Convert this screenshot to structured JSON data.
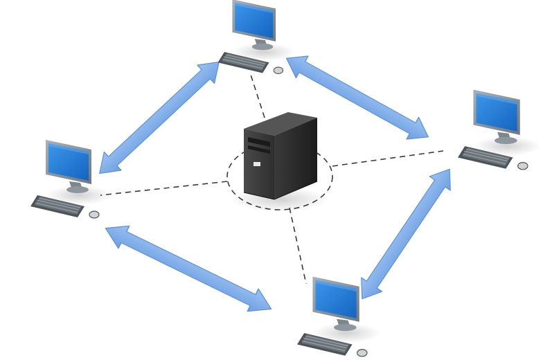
{
  "diagram": {
    "colors": {
      "background": "#ffffff",
      "arrow_fill": "#86b2ec",
      "arrow_stroke": "#5f93d8",
      "screen_blue": "#1e7ad6",
      "monitor_gray": "#8e979f",
      "server_black": "#2b2b2b",
      "dash_line": "#3a3a3a"
    },
    "server": {
      "icon": "server-tower-icon"
    },
    "workstations": [
      {
        "id": "top",
        "icon": "desktop-computer-icon"
      },
      {
        "id": "right",
        "icon": "desktop-computer-icon"
      },
      {
        "id": "left",
        "icon": "desktop-computer-icon"
      },
      {
        "id": "bottom",
        "icon": "desktop-computer-icon"
      }
    ],
    "connections": [
      {
        "from": "server",
        "to": "top",
        "style": "dashed"
      },
      {
        "from": "server",
        "to": "right",
        "style": "dashed"
      },
      {
        "from": "server",
        "to": "left",
        "style": "dashed"
      },
      {
        "from": "server",
        "to": "bottom",
        "style": "dashed"
      }
    ],
    "peer_arrows": [
      {
        "between": [
          "top",
          "right"
        ],
        "type": "double-headed"
      },
      {
        "between": [
          "top",
          "left"
        ],
        "type": "double-headed"
      },
      {
        "between": [
          "right",
          "bottom"
        ],
        "type": "double-headed"
      },
      {
        "between": [
          "left",
          "bottom"
        ],
        "type": "double-headed"
      }
    ]
  }
}
